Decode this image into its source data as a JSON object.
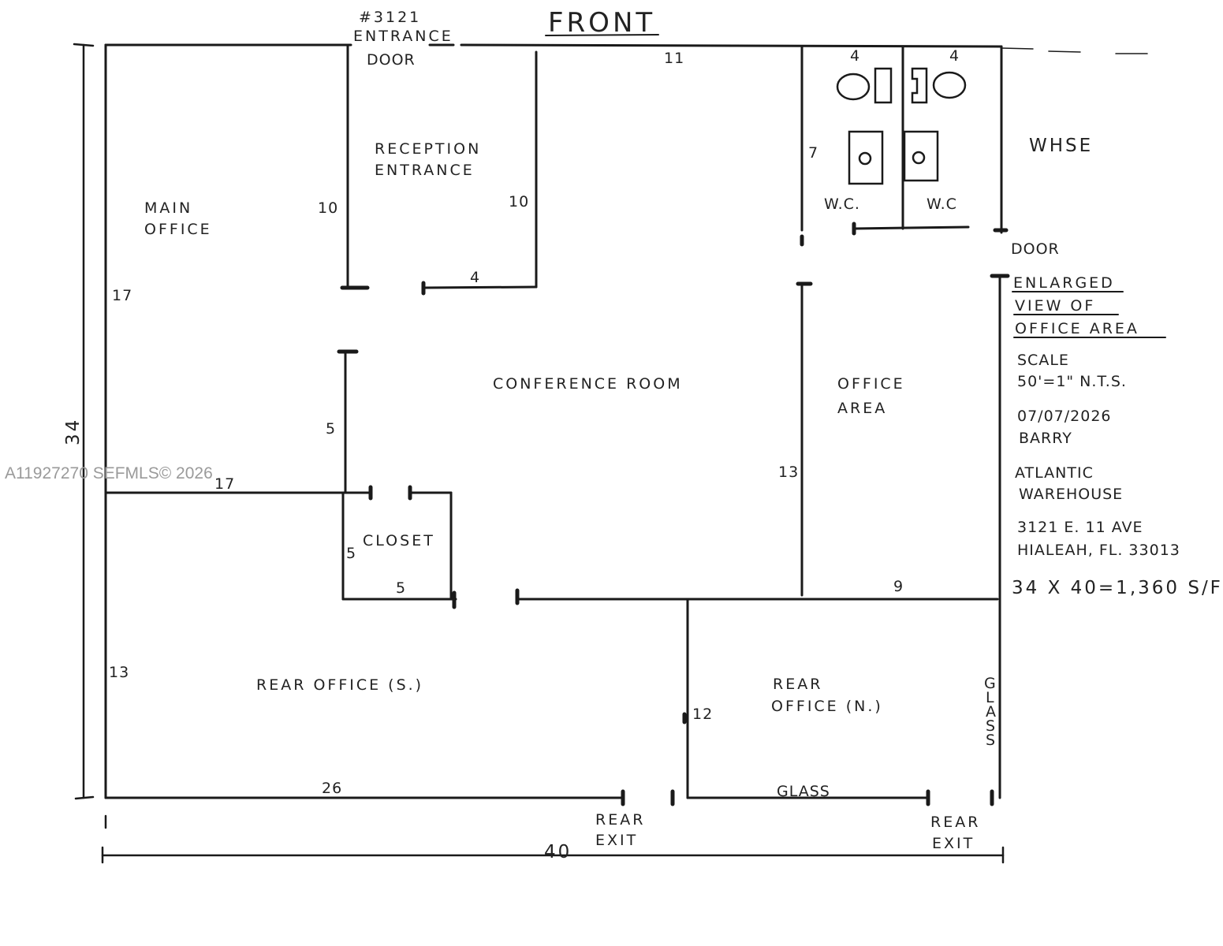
{
  "plan": {
    "front_label": "FRONT",
    "address_tag": "#3121",
    "entrance_label": "ENTRANCE",
    "entrance_door_label": "DOOR",
    "whse_label": "WHSE",
    "whse_door_label": "DOOR",
    "wc_left_label": "W.C.",
    "wc_right_label": "W.C",
    "rear_exit_left_line1": "REAR",
    "rear_exit_left_line2": "EXIT",
    "rear_exit_right_line1": "REAR",
    "rear_exit_right_line2": "EXIT",
    "glass_bottom_label": "GLASS",
    "glass_side_label": [
      "G",
      "L",
      "A",
      "S",
      "S"
    ]
  },
  "rooms": {
    "main_office_line1": "MAIN",
    "main_office_line2": "OFFICE",
    "reception_line1": "RECEPTION",
    "reception_line2": "ENTRANCE",
    "conference": "CONFERENCE    ROOM",
    "office_area_line1": "OFFICE",
    "office_area_line2": "AREA",
    "closet": "CLOSET",
    "rear_office_s": "REAR  OFFICE (S.)",
    "rear_office_n_line1": "REAR",
    "rear_office_n_line2": "OFFICE (N.)"
  },
  "dimensions": {
    "overall_depth": "34",
    "overall_width": "40",
    "main_office_depth": "17",
    "main_office_width": "17",
    "reception_left": "10",
    "reception_right": "10",
    "reception_bottom": "4",
    "front_top": "11",
    "wc_left_width": "4",
    "wc_right_width": "4",
    "wc_depth": "7",
    "hall_segment": "5",
    "closet_side": "5",
    "closet_bottom": "5",
    "office_area_depth": "13",
    "office_area_width": "9",
    "rear_office_s_depth": "13",
    "rear_office_s_width": "26",
    "rear_office_n_depth": "12"
  },
  "legend": {
    "title_line1": "ENLARGED",
    "title_line2": "VIEW OF",
    "title_line3": "OFFICE AREA",
    "scale_label": "SCALE",
    "scale_value": "50'=1\" N.T.S.",
    "date": "07/07/2026",
    "author": "BARRY",
    "company_line1": "ATLANTIC",
    "company_line2": "WAREHOUSE",
    "address_line1": "3121 E. 11 AVE",
    "address_line2": "HIALEAH, FL. 33013",
    "area": "34 X 40=1,360 S/F"
  },
  "watermark": "A11927270  SEFMLS© 2026"
}
